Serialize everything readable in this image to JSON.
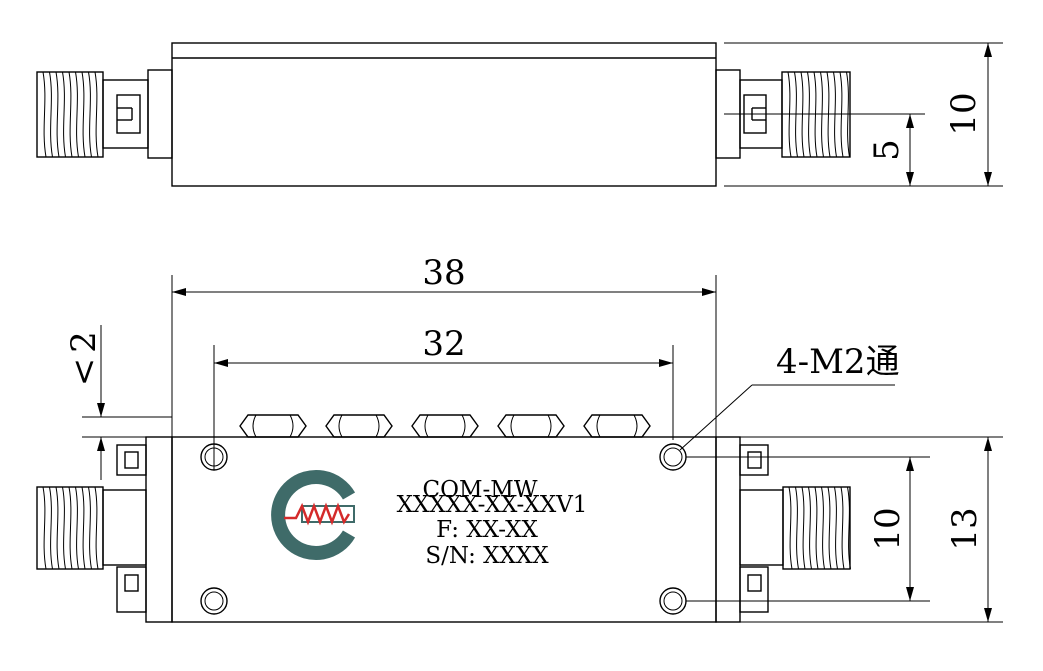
{
  "dimensions": {
    "height_total_top": "10",
    "height_center_top": "5",
    "overall_length": "38",
    "hole_spacing_x": "32",
    "edge_offset": "2",
    "hole_spacing_y": "10",
    "body_width": "13",
    "mount_holes_note": "4-M2通"
  },
  "label": {
    "company": "COM-MW",
    "part_number": "XXXXX-XX-XXV1",
    "frequency": "F: XX-XX",
    "serial": "S/N: XXXX"
  },
  "colors": {
    "logo_outer": "#3f6b69",
    "logo_wave": "#d42a2a"
  }
}
